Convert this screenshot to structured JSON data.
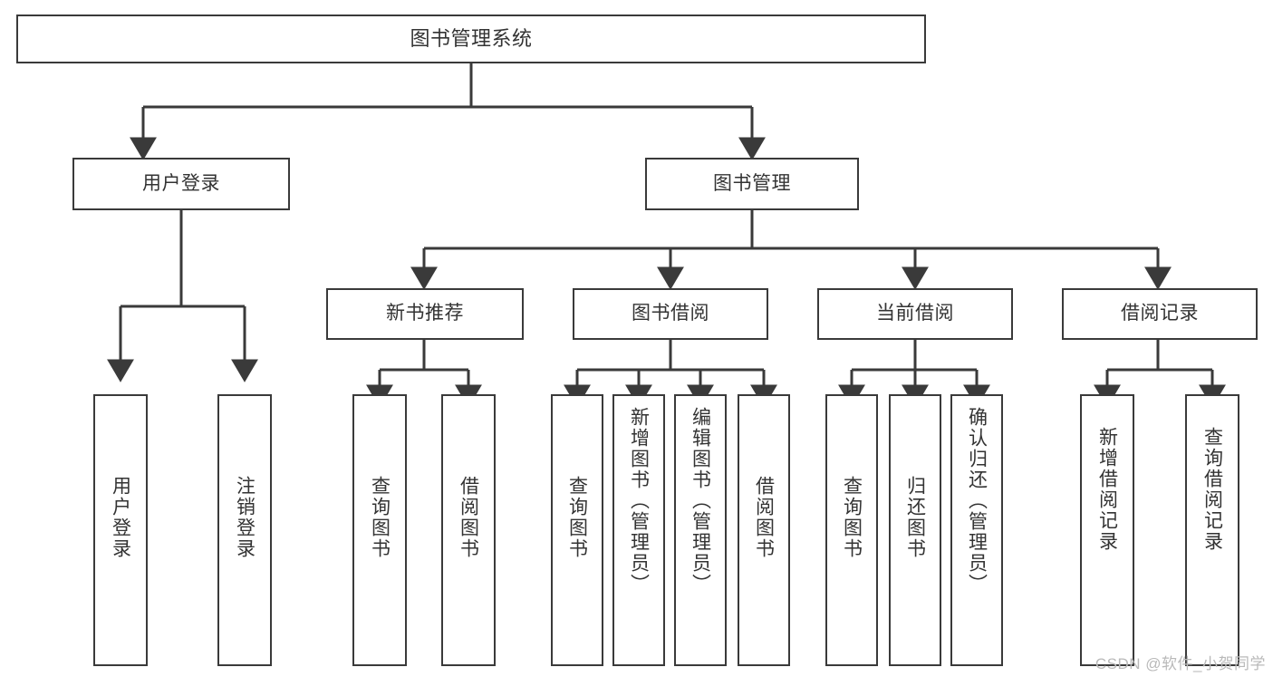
{
  "diagram": {
    "title": "图书管理系统",
    "type": "tree",
    "watermark": "CSDN @软件_小贺同学",
    "colors": {
      "stroke": "#3a3a3a",
      "text": "#333333",
      "background": "#ffffff",
      "watermark": "#b9b9b9"
    },
    "nodes": {
      "root": {
        "label": "图书管理系统"
      },
      "level2": [
        {
          "label": "用户登录"
        },
        {
          "label": "图书管理"
        }
      ],
      "level3": [
        {
          "label": "新书推荐"
        },
        {
          "label": "图书借阅"
        },
        {
          "label": "当前借阅"
        },
        {
          "label": "借阅记录"
        }
      ],
      "leaves": {
        "user_login": [
          {
            "label": "用户登录"
          },
          {
            "label": "注销登录"
          }
        ],
        "new_book": [
          {
            "label": "查询图书"
          },
          {
            "label": "借阅图书"
          }
        ],
        "book_borrow": [
          {
            "label": "查询图书"
          },
          {
            "label": "新增图书（管理员）"
          },
          {
            "label": "编辑图书（管理员）"
          },
          {
            "label": "借阅图书"
          }
        ],
        "current_borrow": [
          {
            "label": "查询图书"
          },
          {
            "label": "归还图书"
          },
          {
            "label": "确认归还（管理员）"
          }
        ],
        "borrow_record": [
          {
            "label": "新增借阅记录"
          },
          {
            "label": "查询借阅记录"
          }
        ]
      }
    }
  }
}
